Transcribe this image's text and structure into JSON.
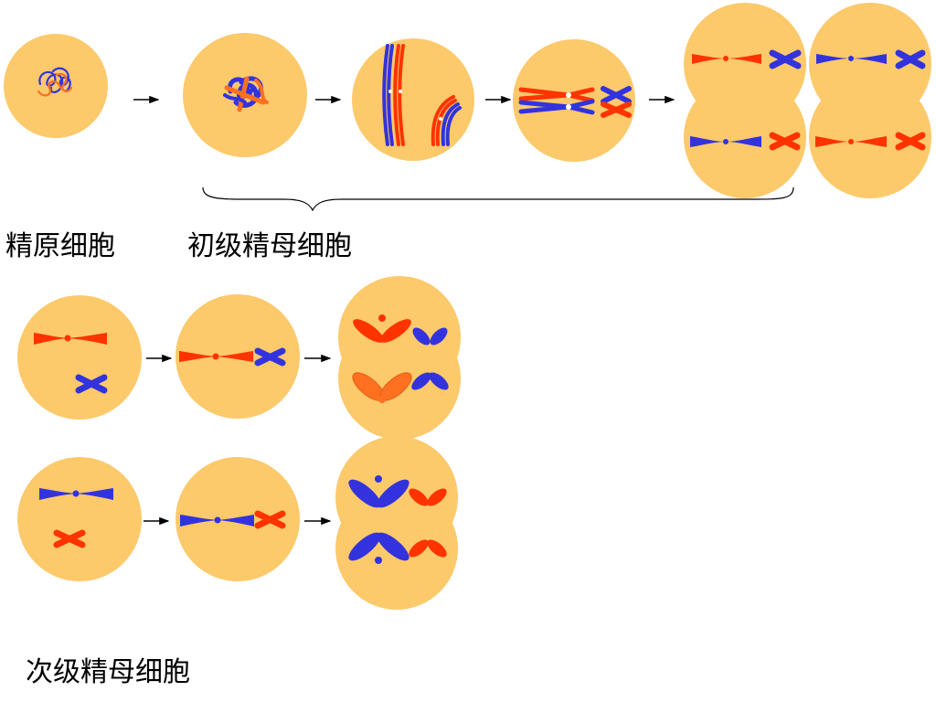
{
  "labels": {
    "spermatogonium": "精原细胞",
    "primary_spermatocyte": "初级精母细胞",
    "secondary_spermatocyte": "次级精母细胞"
  },
  "colors": {
    "background": "#ffffff",
    "cell": "#FCC96B",
    "red": "#FF3300",
    "blue": "#3333DD",
    "orange": "#FF7020",
    "orange_edge": "#E06010"
  }
}
